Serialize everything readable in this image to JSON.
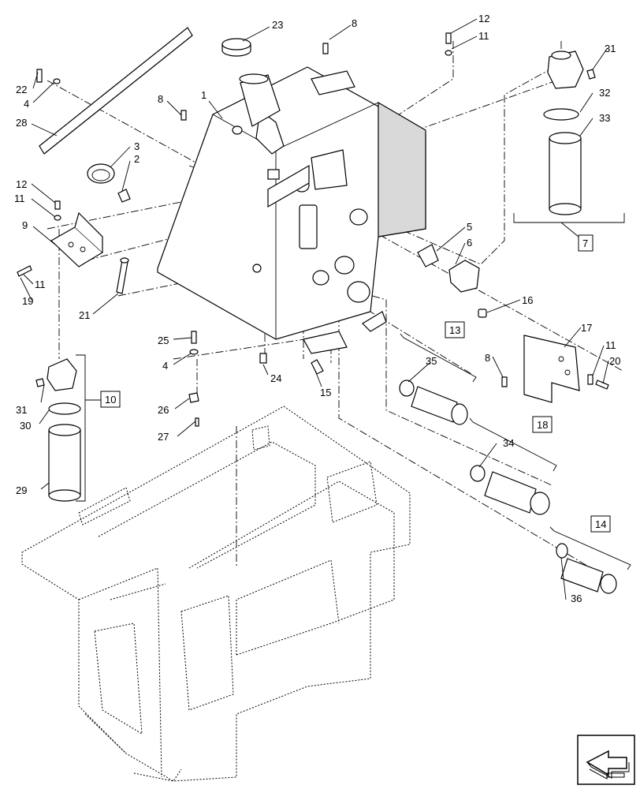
{
  "callouts": {
    "c1": "1",
    "c2": "2",
    "c3": "3",
    "c4a": "4",
    "c4b": "4",
    "c5": "5",
    "c6": "6",
    "c7": "7",
    "c8a": "8",
    "c8b": "8",
    "c8c": "8",
    "c9": "9",
    "c10": "10",
    "c11a": "11",
    "c11b": "11",
    "c11c": "11",
    "c11d": "11",
    "c12a": "12",
    "c12b": "12",
    "c13": "13",
    "c14": "14",
    "c15": "15",
    "c16": "16",
    "c17": "17",
    "c18": "18",
    "c19": "19",
    "c20": "20",
    "c21": "21",
    "c22": "22",
    "c23": "23",
    "c24": "24",
    "c25": "25",
    "c26": "26",
    "c27": "27",
    "c28": "28",
    "c29": "29",
    "c30": "30",
    "c31a": "31",
    "c31b": "31",
    "c32": "32",
    "c33": "33",
    "c34": "34",
    "c35": "35",
    "c36": "36"
  },
  "icons": {
    "navigation": "arrow-icon"
  }
}
